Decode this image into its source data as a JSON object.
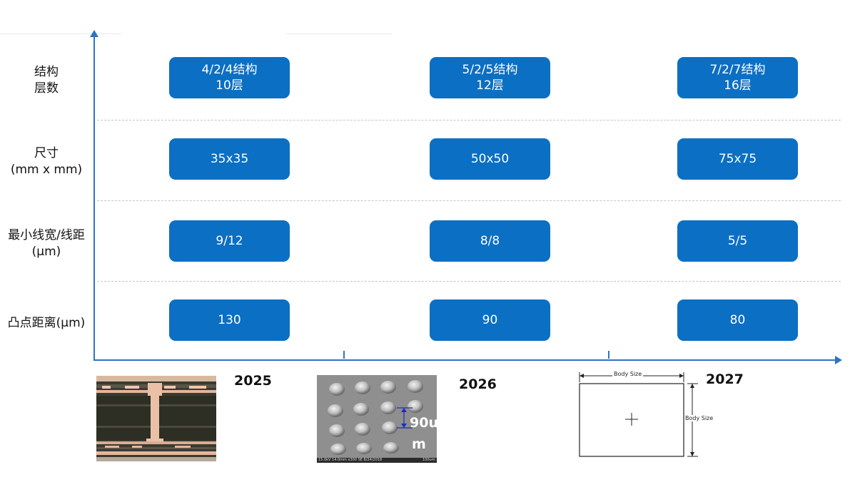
{
  "rows": [
    {
      "label_lines": [
        "结构",
        "层数"
      ],
      "values": [
        {
          "lines": [
            "4/2/4结构",
            "10层"
          ]
        },
        {
          "lines": [
            "5/2/5结构",
            "12层"
          ]
        },
        {
          "lines": [
            "7/2/7结构",
            "16层"
          ]
        }
      ]
    },
    {
      "label_lines": [
        "尺寸",
        "(mm x mm)"
      ],
      "values": [
        {
          "lines": [
            "35x35"
          ]
        },
        {
          "lines": [
            "50x50"
          ]
        },
        {
          "lines": [
            "75x75"
          ]
        }
      ]
    },
    {
      "label_lines": [
        "最小线宽/线距",
        "(μm)"
      ],
      "values": [
        {
          "lines": [
            "9/12"
          ]
        },
        {
          "lines": [
            "8/8"
          ]
        },
        {
          "lines": [
            "5/5"
          ]
        }
      ]
    },
    {
      "label_lines": [
        "凸点距离(μm)"
      ],
      "values": [
        {
          "lines": [
            "130"
          ]
        },
        {
          "lines": [
            "90"
          ]
        },
        {
          "lines": [
            "80"
          ]
        }
      ]
    }
  ],
  "years": [
    "2025",
    "2026",
    "2027"
  ],
  "images": {
    "cross_section": {
      "description_icon": "pcb-cross-section-image"
    },
    "sem_bumps": {
      "annotation_line1": "90u",
      "annotation_line2": "m",
      "footer_left": "15.0kV 14.0mm x300 SE 8/24/2018",
      "footer_right": "100um"
    },
    "body_size": {
      "top_label": "Body Size",
      "side_label": "Body Size"
    }
  },
  "colors": {
    "pill": "#0b6fc4",
    "axis": "#2f73c4",
    "pill_text": "#ffffff"
  }
}
